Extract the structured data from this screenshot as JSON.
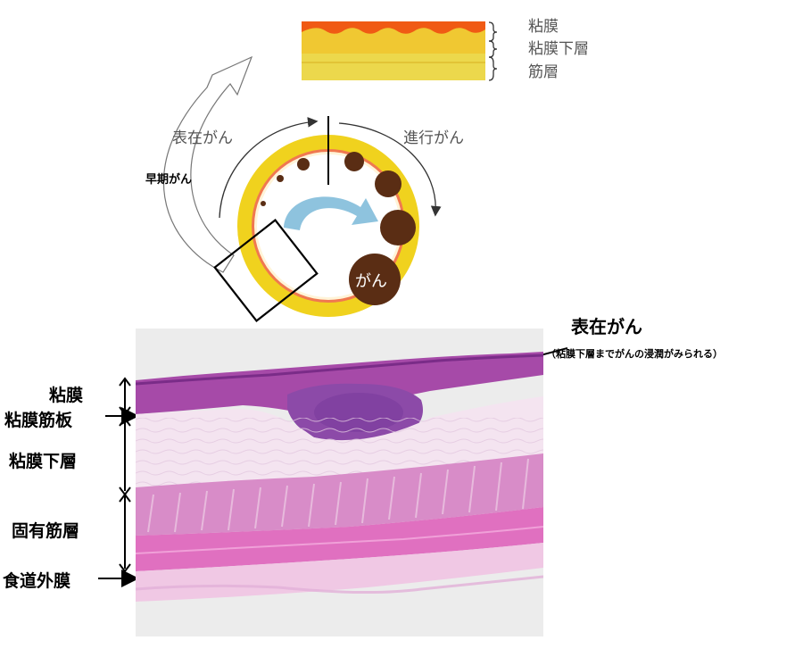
{
  "layers_legend": {
    "mucosa": "粘膜",
    "submucosa": "粘膜下層",
    "muscle": "筋層",
    "colors": {
      "mucosa": "#f05a14",
      "upper_band": "#f0c832",
      "lower_band": "#ecd84c"
    }
  },
  "cross_section": {
    "superficial_label": "表在がん",
    "advanced_label": "進行がん",
    "early_label": "早期がん",
    "tumor_label": "がん",
    "colors": {
      "ring": "#f0d21e",
      "lining": "#f07850",
      "tumor": "#5a2d14",
      "arrow": "#7ab8d8"
    }
  },
  "micrograph": {
    "title": "表在がん",
    "subtitle": "（粘膜下層までがんの浸潤がみられる）",
    "labels": [
      "粘膜",
      "粘膜筋板",
      "粘膜下層",
      "固有筋層",
      "食道外膜"
    ]
  }
}
